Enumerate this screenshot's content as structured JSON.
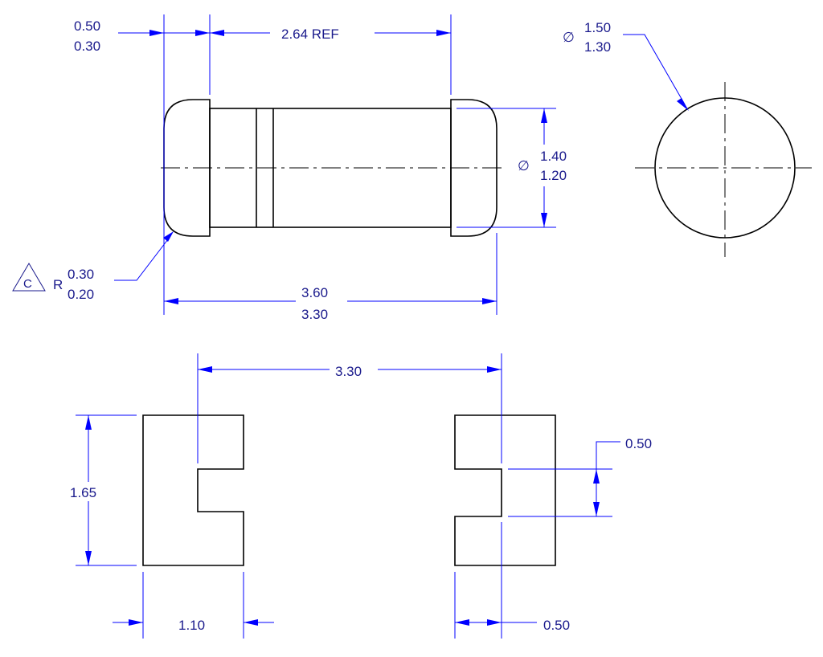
{
  "colors": {
    "dimension_line": "#0000ff",
    "dimension_text": "#1a1a8c",
    "object_line": "#000000",
    "background": "#ffffff"
  },
  "side_view": {
    "left_band_max": "0.50",
    "left_band_min": "0.30",
    "body_length_ref": "2.64 REF",
    "diameter_symbol": "∅",
    "diameter_max": "1.40",
    "diameter_min": "1.20",
    "radius_note_letter": "C",
    "radius_prefix": "R",
    "radius_max": "0.30",
    "radius_min": "0.20",
    "overall_length_max": "3.60",
    "overall_length_min": "3.30"
  },
  "end_view": {
    "diameter_symbol": "∅",
    "diameter_max": "1.50",
    "diameter_min": "1.30"
  },
  "land_pattern": {
    "pad_pitch": "3.30",
    "pad_height": "1.65",
    "pad_width": "1.10",
    "slot_height": "0.50",
    "slot_depth": "0.50"
  }
}
